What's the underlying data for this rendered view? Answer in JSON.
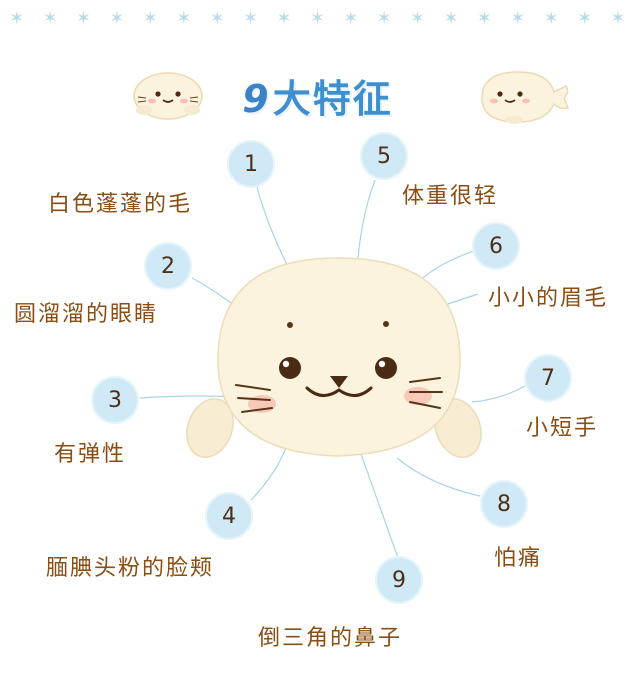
{
  "title": {
    "number": "9",
    "text": "大特征"
  },
  "features": [
    {
      "num": "1",
      "label": "白色蓬蓬的毛"
    },
    {
      "num": "2",
      "label": "圆溜溜的眼睛"
    },
    {
      "num": "3",
      "label": "有弹性"
    },
    {
      "num": "4",
      "label": "腼腆头粉的脸颊"
    },
    {
      "num": "5",
      "label": "体重很轻"
    },
    {
      "num": "6",
      "label": "小小的眉毛"
    },
    {
      "num": "7",
      "label": "小短手"
    },
    {
      "num": "8",
      "label": "怕痛"
    },
    {
      "num": "9",
      "label": "倒三角的鼻子"
    }
  ],
  "colors": {
    "bubble": "#cfeaf6",
    "label_text": "#8a4d12",
    "title": "#3d8fd0",
    "connector": "#a8d4e8",
    "seal_body": "#fbf3de"
  }
}
